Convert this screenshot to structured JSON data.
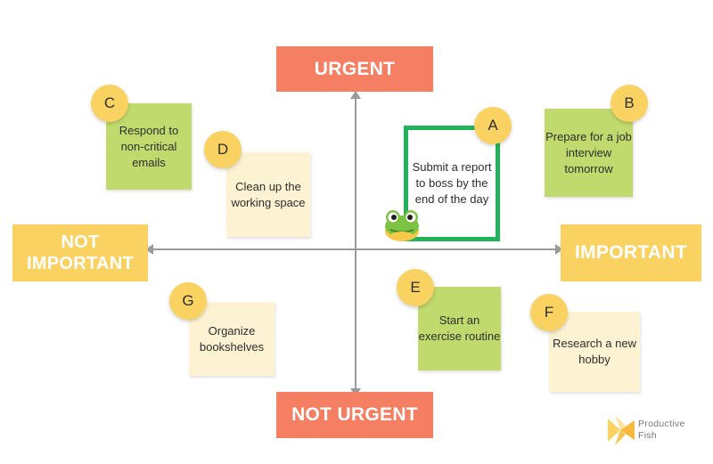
{
  "axes": {
    "top": "URGENT",
    "bottom": "NOT URGENT",
    "right": "IMPORTANT",
    "left": "NOT IMPORTANT"
  },
  "tasks": {
    "A": {
      "badge": "A",
      "text": "Submit a report to boss by the end of the day",
      "highlighted": true
    },
    "B": {
      "badge": "B",
      "text": "Prepare for a job interview tomorrow"
    },
    "C": {
      "badge": "C",
      "text": "Respond to non-critical emails"
    },
    "D": {
      "badge": "D",
      "text": "Clean up the working space"
    },
    "E": {
      "badge": "E",
      "text": "Start an exercise routine"
    },
    "F": {
      "badge": "F",
      "text": "Research a new hobby"
    },
    "G": {
      "badge": "G",
      "text": "Organize bookshelves"
    }
  },
  "brand": {
    "line1": "Productive",
    "line2": "Fish",
    "icon": "fish-logo-icon"
  },
  "decoration": {
    "icon": "frog-icon"
  },
  "colors": {
    "urgent_label": "#f47f62",
    "important_label": "#fad262",
    "green_note": "#c1da6d",
    "cream_note": "#fdf2d1",
    "highlight_border": "#21b35a",
    "badge": "#fad262",
    "axis": "#9a9a9a"
  }
}
